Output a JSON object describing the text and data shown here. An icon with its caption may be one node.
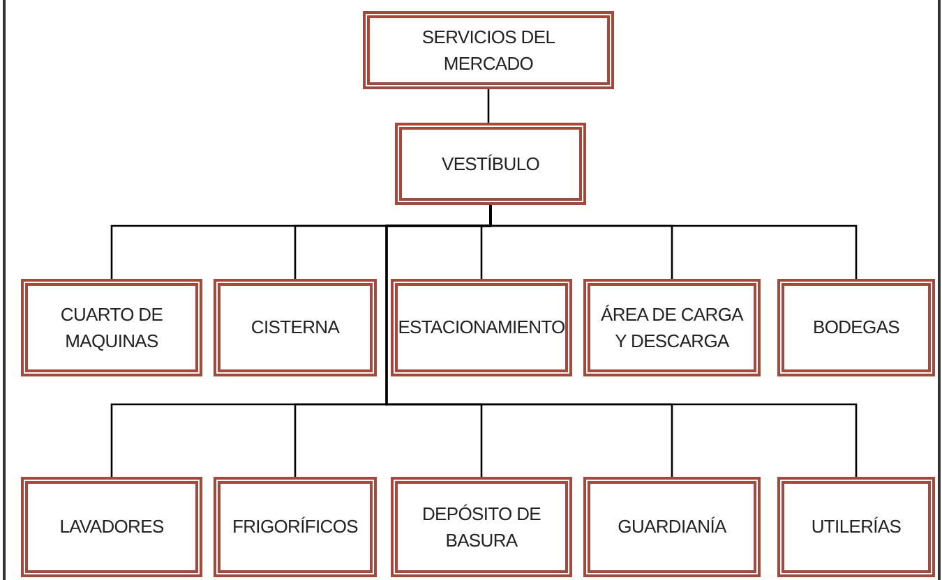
{
  "diagram": {
    "nodes": [
      {
        "text": [
          "SERVICIOS DEL MERCADO"
        ]
      },
      {
        "text": [
          "VESTÍBULO"
        ]
      },
      {
        "text": [
          "CUARTO DE MAQUINAS"
        ]
      },
      {
        "text": [
          "CISTERNA"
        ]
      },
      {
        "text": [
          "ESTACIONAMIENTO"
        ]
      },
      {
        "text": [
          "ÁREA DE CARGA Y DESCARGA"
        ]
      },
      {
        "text": [
          "BODEGAS"
        ]
      },
      {
        "text": [
          "LAVADORES"
        ]
      },
      {
        "text": [
          "FRIGORÍFICOS"
        ]
      },
      {
        "text": [
          "DEPÓSITO DE BASURA"
        ]
      },
      {
        "text": [
          "GUARDIANÍA"
        ]
      },
      {
        "text": [
          "UTILERÍAS"
        ]
      }
    ],
    "edges": [
      {
        "from": 0,
        "to": 1,
        "arrow": "none"
      },
      {
        "from": 1,
        "to": 2,
        "arrow": "none"
      },
      {
        "from": 1,
        "to": 3,
        "arrow": "none"
      },
      {
        "from": 1,
        "to": 4,
        "arrow": "none"
      },
      {
        "from": 1,
        "to": 5,
        "arrow": "none"
      },
      {
        "from": 1,
        "to": 6,
        "arrow": "none"
      },
      {
        "from": 1,
        "to": 7,
        "arrow": "none"
      },
      {
        "from": 1,
        "to": 8,
        "arrow": "none"
      },
      {
        "from": 1,
        "to": 9,
        "arrow": "none"
      },
      {
        "from": 1,
        "to": 10,
        "arrow": "none"
      },
      {
        "from": 1,
        "to": 11,
        "arrow": "none"
      }
    ]
  }
}
